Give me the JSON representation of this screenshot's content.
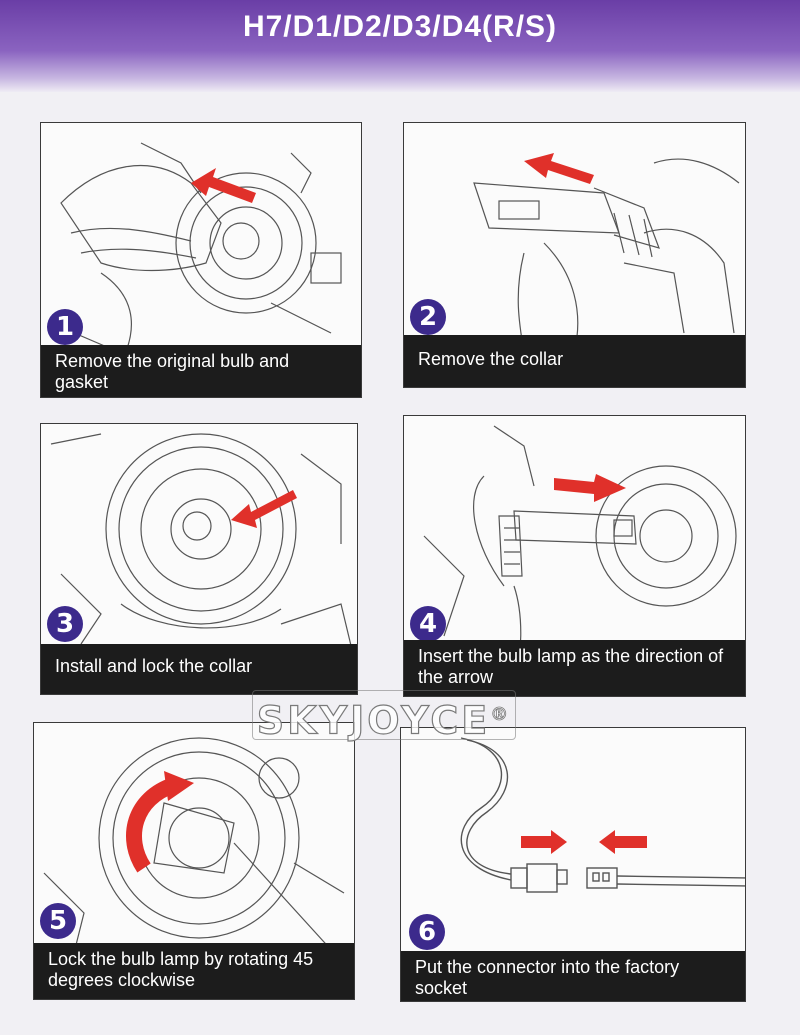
{
  "header": {
    "title": "H7/D1/D2/D3/D4(R/S)"
  },
  "steps": [
    {
      "number": "1",
      "caption": "Remove the original bulb and gasket"
    },
    {
      "number": "2",
      "caption": "Remove the collar"
    },
    {
      "number": "3",
      "caption": "Install and lock the collar"
    },
    {
      "number": "4",
      "caption": "Insert the bulb lamp as the direction of the arrow"
    },
    {
      "number": "5",
      "caption": "Lock the bulb lamp by rotating 45 degrees clockwise"
    },
    {
      "number": "6",
      "caption": "Put the connector into the factory socket"
    }
  ],
  "watermark": {
    "brand": "SKYJOYCE",
    "mark": "®"
  },
  "colors": {
    "header": "#7b53b6",
    "badge": "#3c2a8c",
    "arrow": "#e0302a",
    "caption_bg": "#1c1c1c"
  }
}
